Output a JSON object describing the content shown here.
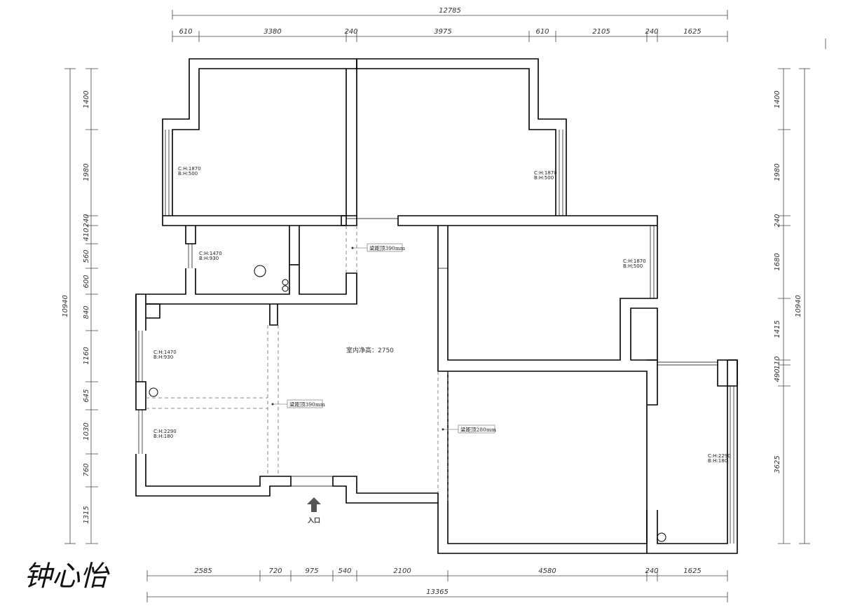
{
  "dims": {
    "top_total": "12785",
    "top_segments": [
      "610",
      "3380",
      "240",
      "3975",
      "610",
      "2105",
      "240",
      "1625"
    ],
    "bottom_total": "13365",
    "bottom_segments": [
      "2585",
      "720",
      "975",
      "540",
      "2100",
      "4580",
      "240",
      "1625"
    ],
    "left_total": "10940",
    "left_segments": [
      "1400",
      "1980",
      "240",
      "410",
      "560",
      "600",
      "840",
      "1160",
      "645",
      "1030",
      "760",
      "1315"
    ],
    "right_total": "10940",
    "right_segments": [
      "1400",
      "1980",
      "240",
      "1680",
      "1415",
      "110",
      "490",
      "3625"
    ]
  },
  "windows": [
    {
      "h": "C:H:1870",
      "b": "B:H:500"
    },
    {
      "h": "C:H:1870",
      "b": "B:H:500"
    },
    {
      "h": "C:H:1470",
      "b": "B:H:930"
    },
    {
      "h": "C:H:1870",
      "b": "B:H:500"
    },
    {
      "h": "C:H:1470",
      "b": "B:H:930"
    },
    {
      "h": "C:H:2290",
      "b": "B:H:180"
    },
    {
      "h": "C:H:2290",
      "b": "B:H:180"
    }
  ],
  "beams": [
    "梁距顶390mm",
    "梁距顶390mm",
    "梁距顶280mm"
  ],
  "ceiling": "室内净高：2750",
  "entrance": "入口",
  "signature": "钟心怡"
}
